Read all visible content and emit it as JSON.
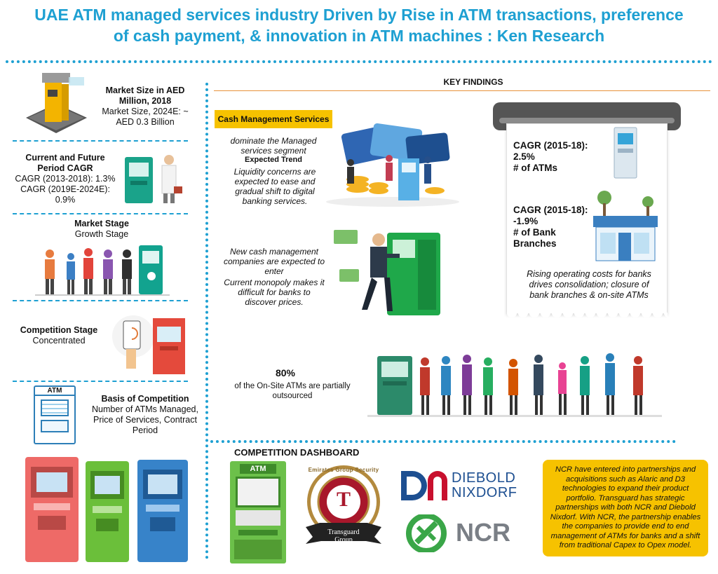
{
  "header": {
    "title_line1": "UAE ATM managed services industry Driven by Rise in ATM transactions, preference",
    "title_line2": "of cash payment, & innovation in ATM machines : Ken Research"
  },
  "left": {
    "market_size": {
      "title": "Market Size in AED Million, 2018",
      "text": "Market Size, 2024E: ~ AED 0.3 Billion"
    },
    "cagr": {
      "title": "Current and Future Period CAGR",
      "line1": "CAGR (2013-2018): 1.3%",
      "line2": "CAGR (2019E-2024E): 0.9%"
    },
    "market_stage": {
      "title": "Market Stage",
      "value": "Growth Stage"
    },
    "competition_stage": {
      "title": "Competition Stage",
      "value": "Concentrated"
    },
    "basis": {
      "title": "Basis of Competition",
      "value": "Number of ATMs Managed, Price of Services, Contract Period"
    },
    "atm_icon_label": "ATM"
  },
  "key_findings": {
    "heading": "KEY FINDINGS",
    "cash_pill": "Cash Management Services",
    "cash_text": "dominate the Managed services segment",
    "expected_title": "Expected Trend",
    "expected_text": "Liquidity concerns are expected to ease and gradual shift to digital banking services.",
    "new_cash_text": "New cash management companies are expected to enter",
    "monopoly_text": "Current monopoly makes it difficult for banks to discover prices.",
    "atm_cagr": "CAGR (2015-18): 2.5%",
    "atm_label": "# of ATMs",
    "bank_cagr": "CAGR (2015-18): -1.9%",
    "bank_label": "# of Bank Branches",
    "bank_sign": "BANK",
    "receipt_text": "Rising operating costs for banks drives consolidation; closure of bank branches & on-site ATMs",
    "outsourced_pct": "80%",
    "outsourced_text": "of the On-Site ATMs are partially outsourced"
  },
  "dashboard": {
    "heading": "COMPETITION DASHBOARD",
    "atm_label": "ATM",
    "transguard_ring": "Emirates Group Security",
    "transguard_ribbon": "Transguard Group",
    "transguard_letter": "T",
    "diebold_line1": "DIEBOLD",
    "diebold_line2": "NIXDORF",
    "ncr": "NCR",
    "note": "NCR have entered into partnerships and acquisitions such as Alaric and D3 technologies to expand their product portfolio. Transguard has strategic partnerships with both NCR and Diebold Nixdorf. With NCR, the partnership enables the companies to provide end to end management of ATMs for banks and a shift from traditional Capex to Opex model."
  },
  "colors": {
    "accent": "#1ea0d2",
    "yellow": "#f6c200",
    "ncr_green": "#3aa648",
    "diebold_blue": "#1d4f91",
    "diebold_red": "#c8102e"
  }
}
